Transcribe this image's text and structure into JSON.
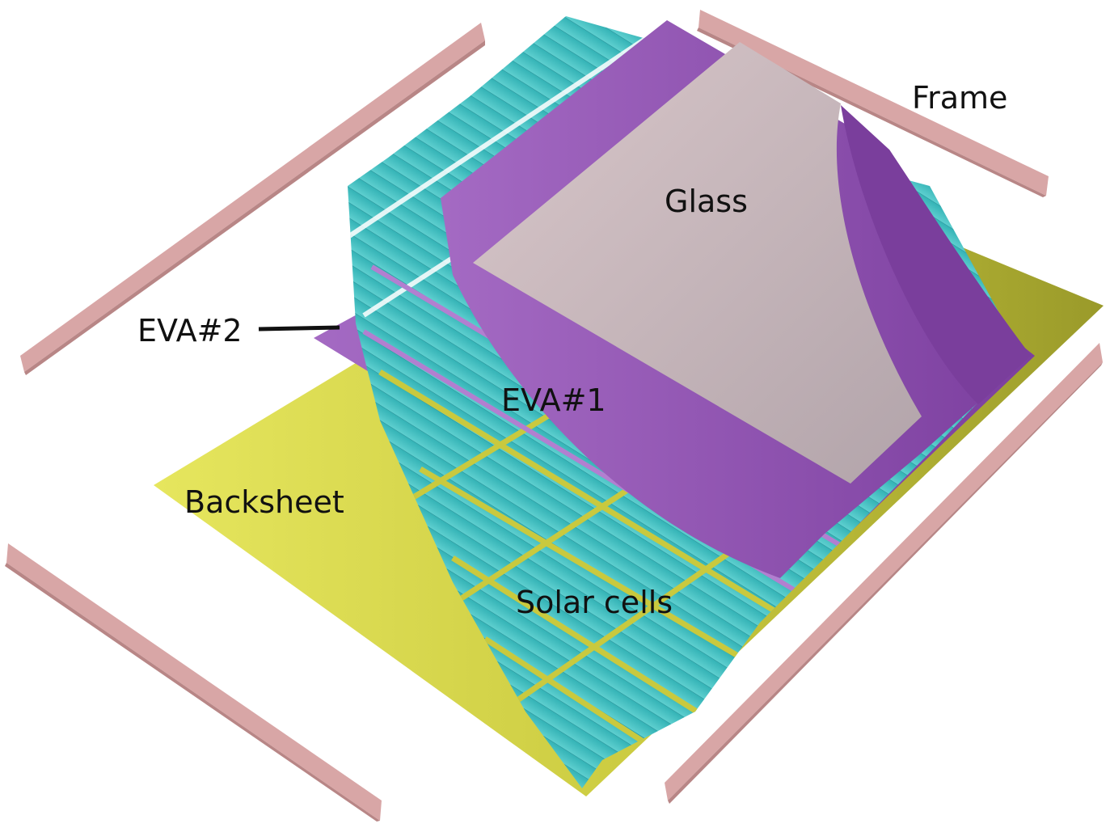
{
  "labels": {
    "frame": "Frame",
    "glass": "Glass",
    "eva2": "EVA#2",
    "eva1": "EVA#1",
    "backsheet": "Backsheet",
    "solar_cells": "Solar cells"
  },
  "colors": {
    "frame_top": "#d8a6a6",
    "frame_side": "#b88686",
    "backsheet_light": "#e3e35a",
    "backsheet_dark": "#9e9e2a",
    "eva": "#8e4fb0",
    "eva_light": "#a66ec5",
    "cell": "#3fbfbf",
    "cell_light": "#5fd2d2",
    "cell_line": "#2a8f96",
    "glass_light": "#d6c3c6",
    "glass_dark": "#a99aa1",
    "leader_line": "#111111"
  }
}
